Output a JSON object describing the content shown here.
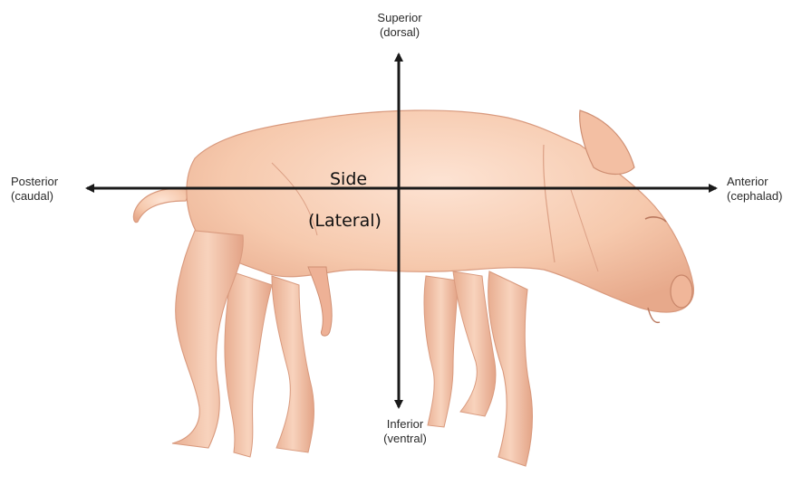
{
  "labels": {
    "superior": {
      "line1": "Superior",
      "line2": "(dorsal)"
    },
    "inferior": {
      "line1": "Inferior",
      "line2": "(ventral)"
    },
    "posterior": {
      "line1": "Posterior",
      "line2": "(caudal)"
    },
    "anterior": {
      "line1": "Anterior",
      "line2": "(cephalad)"
    },
    "center": {
      "line1": "Side",
      "line2": "(Lateral)"
    }
  },
  "colors": {
    "pig_skin": "#f6c9ad",
    "pig_shadow": "#d99a7e",
    "arrow": "#1a1a1a",
    "text": "#2a2a2a"
  },
  "icons": [
    "pig-illustration",
    "vertical-axis-arrow",
    "horizontal-axis-arrow"
  ]
}
